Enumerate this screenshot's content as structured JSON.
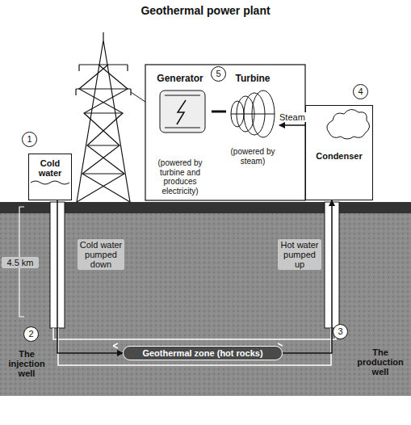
{
  "diagram": {
    "title": "Geothermal power plant",
    "nodes": [
      {
        "text": [
          "Cold water"
        ]
      },
      {
        "text": [
          "Generator",
          "(powered by turbine and produces electricity)"
        ]
      },
      {
        "text": [
          "Turbine",
          "(powered by steam)"
        ]
      },
      {
        "text": [
          "Condenser"
        ]
      },
      {
        "text": [
          "Geothermal zone (hot rocks)"
        ]
      }
    ],
    "edges": [
      {
        "from": 0,
        "to": 4,
        "arrow": "to"
      },
      {
        "from": 4,
        "to": 3,
        "arrow": "to"
      },
      {
        "from": 1,
        "to": 2,
        "arrow": "none"
      },
      {
        "from": 3,
        "to": 2,
        "label": "Steam",
        "arrow": "to"
      }
    ],
    "labels": [
      "1",
      "2",
      "3",
      "4",
      "5",
      "4.5 km",
      "Cold water pumped down",
      "Hot water pumped up",
      "The injection well",
      "The production well"
    ]
  }
}
